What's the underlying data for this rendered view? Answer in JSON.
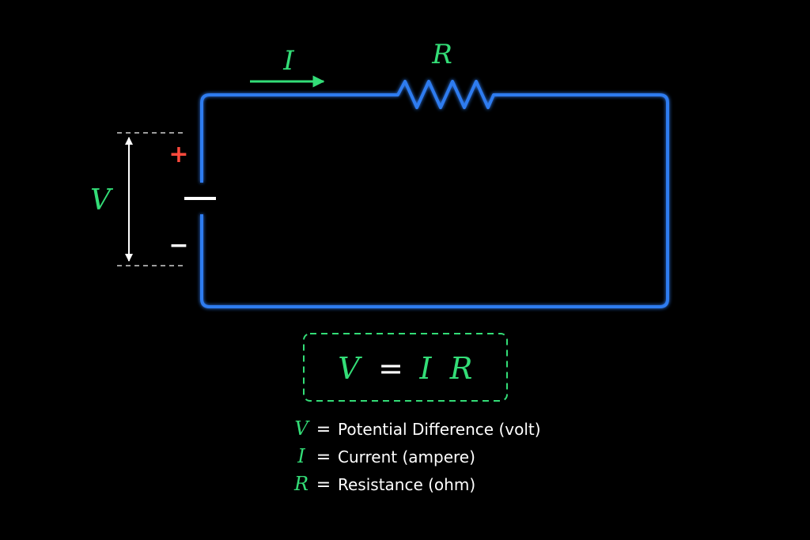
{
  "colors": {
    "background": "#000000",
    "wire": "#2f7bf0",
    "green": "#33dd77",
    "positive": "#ff4a3d",
    "negative_plate": "#7ab8ff",
    "white": "#ffffff",
    "dashed": "#cfcfcf"
  },
  "labels": {
    "current": "I",
    "resistance": "R",
    "voltage": "V",
    "plus": "+",
    "minus": "−"
  },
  "equation": {
    "v": "V",
    "eq": "=",
    "i": "I",
    "r": "R"
  },
  "legend": [
    {
      "symbol": "V",
      "eq": "=",
      "text": "Potential Difference (volt)"
    },
    {
      "symbol": "I",
      "eq": "=",
      "text": "Current (ampere)"
    },
    {
      "symbol": "R",
      "eq": "=",
      "text": "Resistance (ohm)"
    }
  ]
}
